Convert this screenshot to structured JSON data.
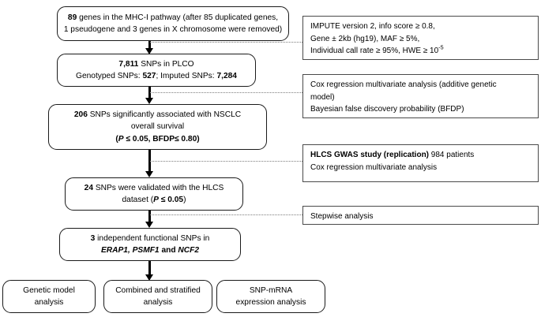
{
  "diagram": {
    "title": "MHC-I pathway SNP analysis flowchart",
    "flow_steps": [
      {
        "id": "step-genes",
        "lines": [
          {
            "segments": [
              {
                "t": "89",
                "s": "b"
              },
              {
                "t": " genes in the MHC-I pathway  (after 85 duplicated genes,",
                "s": ""
              }
            ]
          },
          {
            "segments": [
              {
                "t": "1 pseudogene and 3 genes in X chromosome were removed)",
                "s": ""
              }
            ]
          }
        ]
      },
      {
        "id": "step-plco",
        "lines": [
          {
            "segments": [
              {
                "t": "7,811",
                "s": "b"
              },
              {
                "t": " SNPs in PLCO",
                "s": ""
              }
            ]
          },
          {
            "segments": [
              {
                "t": "Genotyped SNPs: ",
                "s": ""
              },
              {
                "t": "527",
                "s": "b"
              },
              {
                "t": "; Imputed SNPs: ",
                "s": ""
              },
              {
                "t": "7,284",
                "s": "b"
              }
            ]
          }
        ]
      },
      {
        "id": "step-significant",
        "lines": [
          {
            "segments": [
              {
                "t": "206",
                "s": "b"
              },
              {
                "t": " SNPs significantly associated with NSCLC",
                "s": ""
              }
            ]
          },
          {
            "segments": [
              {
                "t": "overall survival",
                "s": ""
              }
            ]
          },
          {
            "segments": [
              {
                "t": "(",
                "s": "b"
              },
              {
                "t": "P",
                "s": "bi"
              },
              {
                "t": " ≤ 0.05, BFDP≤ 0.80)",
                "s": "b"
              }
            ]
          }
        ]
      },
      {
        "id": "step-validated",
        "lines": [
          {
            "segments": [
              {
                "t": "24",
                "s": "b"
              },
              {
                "t": " SNPs were validated with the HLCS",
                "s": ""
              }
            ]
          },
          {
            "segments": [
              {
                "t": "dataset (",
                "s": ""
              },
              {
                "t": "P",
                "s": "bi"
              },
              {
                "t": " ≤ 0.05",
                "s": "b"
              },
              {
                "t": ")",
                "s": ""
              }
            ]
          }
        ]
      },
      {
        "id": "step-independent",
        "lines": [
          {
            "segments": [
              {
                "t": "3",
                "s": "b"
              },
              {
                "t": " independent functional SNPs in",
                "s": ""
              }
            ]
          },
          {
            "segments": [
              {
                "t": "ERAP1, PSMF1",
                "s": "bi"
              },
              {
                "t": " and ",
                "s": "b"
              },
              {
                "t": "NCF2",
                "s": "bi"
              }
            ]
          }
        ]
      }
    ],
    "side_notes": [
      {
        "id": "note-impute",
        "lines": [
          {
            "segments": [
              {
                "t": "IMPUTE version 2, info score ≥ 0.8,",
                "s": ""
              }
            ]
          },
          {
            "segments": [
              {
                "t": "Gene ± 2kb (hg19), MAF ≥ 5%,",
                "s": ""
              }
            ]
          },
          {
            "segments": [
              {
                "t": "Individual call rate ≥ 95%, HWE ≥ 10",
                "s": ""
              },
              {
                "t": "-5",
                "s": "sup"
              }
            ]
          }
        ]
      },
      {
        "id": "note-cox",
        "lines": [
          {
            "segments": [
              {
                "t": "Cox regression multivariate analysis (additive genetic",
                "s": ""
              }
            ]
          },
          {
            "segments": [
              {
                "t": "model)",
                "s": ""
              }
            ]
          },
          {
            "segments": [
              {
                "t": "Bayesian false discovery probability (BFDP)",
                "s": ""
              }
            ]
          }
        ]
      },
      {
        "id": "note-hlcs",
        "lines": [
          {
            "segments": [
              {
                "t": "HLCS GWAS study (replication)",
                "s": "b"
              },
              {
                "t": " 984 patients",
                "s": ""
              }
            ]
          },
          {
            "segments": [
              {
                "t": "Cox regression multivariate analysis",
                "s": ""
              }
            ]
          }
        ]
      },
      {
        "id": "note-stepwise",
        "lines": [
          {
            "segments": [
              {
                "t": "Stepwise analysis",
                "s": ""
              }
            ]
          }
        ]
      }
    ],
    "terminal_boxes": [
      {
        "id": "terminal-genetic-model",
        "lines": [
          {
            "segments": [
              {
                "t": "Genetic model",
                "s": ""
              }
            ]
          },
          {
            "segments": [
              {
                "t": "analysis",
                "s": ""
              }
            ]
          }
        ]
      },
      {
        "id": "terminal-combined-stratified",
        "lines": [
          {
            "segments": [
              {
                "t": "Combined and stratified",
                "s": ""
              }
            ]
          },
          {
            "segments": [
              {
                "t": "analysis",
                "s": ""
              }
            ]
          }
        ]
      },
      {
        "id": "terminal-snp-mrna",
        "lines": [
          {
            "segments": [
              {
                "t": "SNP-mRNA",
                "s": ""
              }
            ]
          },
          {
            "segments": [
              {
                "t": "expression analysis",
                "s": ""
              }
            ]
          }
        ]
      }
    ],
    "colors": {
      "box_border": "#1a1a1a",
      "side_border": "#4a4a4a",
      "connector": "#000000",
      "dotted_connector": "#7d7d7d",
      "background": "#ffffff",
      "text": "#000000"
    }
  }
}
